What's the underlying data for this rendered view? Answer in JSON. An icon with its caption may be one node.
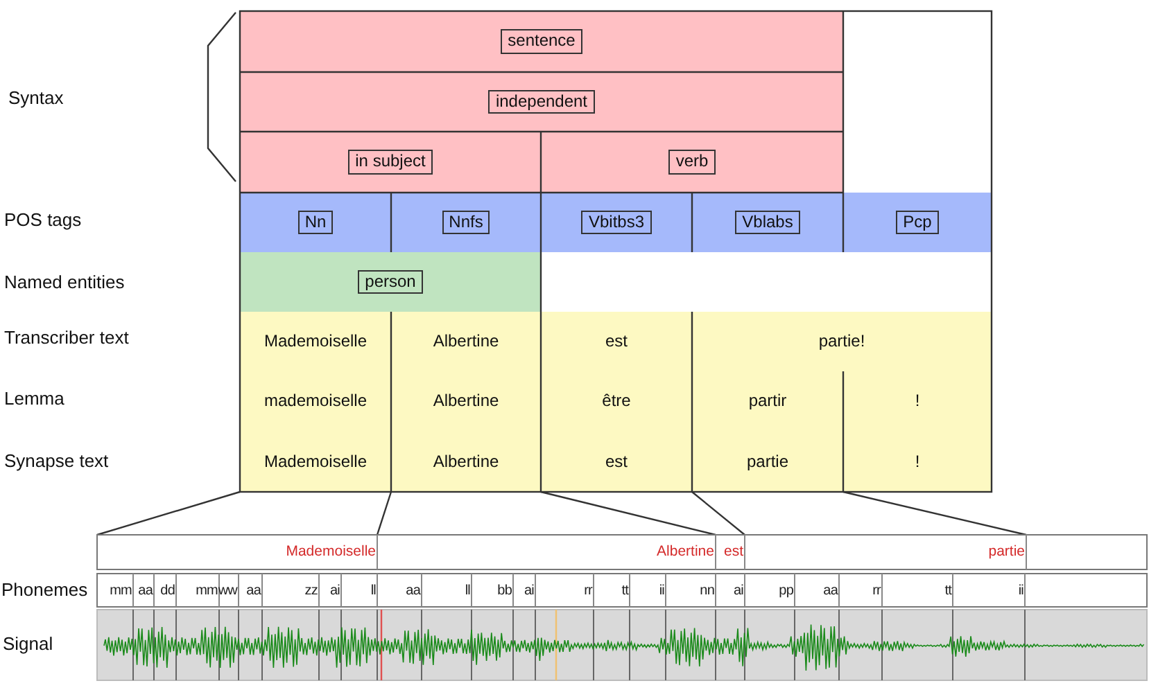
{
  "diagram": {
    "labels": [
      "Syntax",
      "sentence",
      "independent",
      "in subject",
      "verb",
      "POS tags",
      "Nn",
      "Nnfs",
      "Vbitbs3",
      "Vblabs",
      "Pcp",
      "Named entities",
      "person",
      "Transcriber text",
      "Mademoiselle",
      "Albertine",
      "est",
      "partie!",
      "Lemma",
      "mademoiselle",
      "Albertine",
      "être",
      "partir",
      "!",
      "Synapse text",
      "Mademoiselle",
      "Albertine",
      "est",
      "partie",
      "!",
      "Mademoiselle",
      "Albertine",
      "est",
      "partie",
      "Phonemes",
      "mm",
      "aa",
      "dd",
      "mm",
      "ww",
      "aa",
      "zz",
      "ai",
      "ll",
      "aa",
      "ll",
      "bb",
      "ai",
      "rr",
      "tt",
      "ii",
      "nn",
      "ai",
      "pp",
      "aa",
      "rr",
      "tt",
      "ii",
      "Signal"
    ]
  }
}
